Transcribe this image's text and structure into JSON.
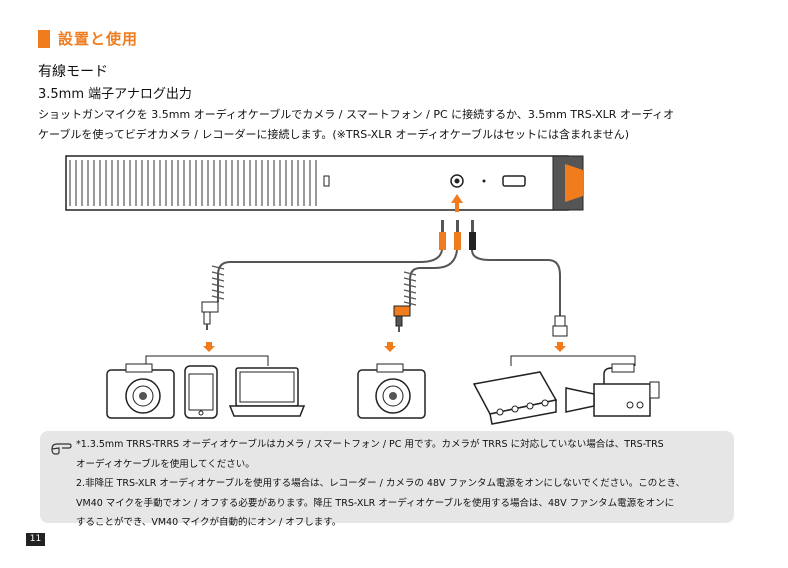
{
  "section_title": "設置と使用",
  "subheading": "有線モード",
  "subheading2": "3.5mm 端子アナログ出力",
  "body": {
    "line1": "ショットガンマイクを 3.5mm オーディオケーブルでカメラ / スマートフォン / PC に接続するか、3.5mm TRS-XLR オーディオ",
    "line2": "ケーブルを使ってビデオカメラ / レコーダーに接続します。(※TRS-XLR オーディオケーブルはセットには含まれません)"
  },
  "note": {
    "line1": "*1.3.5mm TRRS-TRRS オーディオケーブルはカメラ / スマートフォン / PC 用です。カメラが TRRS に対応していない場合は、TRS-TRS",
    "line2": "オーディオケーブルを使用してください。",
    "line3": "2.非降圧 TRS-XLR オーディオケーブルを使用する場合は、レコーダー / カメラの 48V ファンタム電源をオンにしないでください。このとき、",
    "line4": "VM40 マイクを手動でオン / オフする必要があります。降圧 TRS-XLR オーディオケーブルを使用する場合は、48V ファンタム電源をオンに",
    "line5": "することができ、VM40 マイクが自動的にオン / オフします。"
  },
  "page_number": "11",
  "colors": {
    "accent": "#f07c1e",
    "note_bg": "#e6e6e6"
  },
  "icons": [
    "pointing-hand-icon",
    "camera-icon",
    "smartphone-icon",
    "laptop-icon",
    "recorder-icon",
    "video-camera-icon"
  ]
}
